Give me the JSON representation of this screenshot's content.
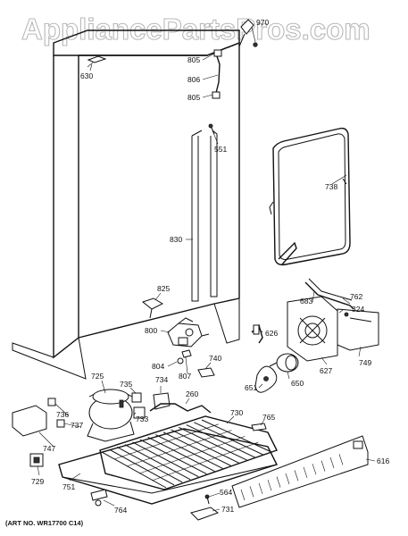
{
  "watermark": "AppliancePartsPros.com",
  "art_number": "(ART NO. WR17700 C14)",
  "callouts": {
    "c630": "630",
    "c970": "970",
    "c805a": "805",
    "c806": "806",
    "c805b": "805",
    "c551": "551",
    "c738": "738",
    "c830": "830",
    "c825": "825",
    "c683": "683",
    "c762": "762",
    "c324": "324",
    "c800": "800",
    "c626": "626",
    "c804": "804",
    "c807": "807",
    "c740": "740",
    "c627": "627",
    "c749": "749",
    "c725": "725",
    "c735": "735",
    "c734": "734",
    "c651": "651",
    "c650": "650",
    "c260": "260",
    "c730": "730",
    "c765": "765",
    "c736": "736",
    "c737": "737",
    "c733": "733",
    "c747": "747",
    "c616": "616",
    "c729": "729",
    "c751": "751",
    "c564": "564",
    "c764": "764",
    "c731": "731"
  }
}
